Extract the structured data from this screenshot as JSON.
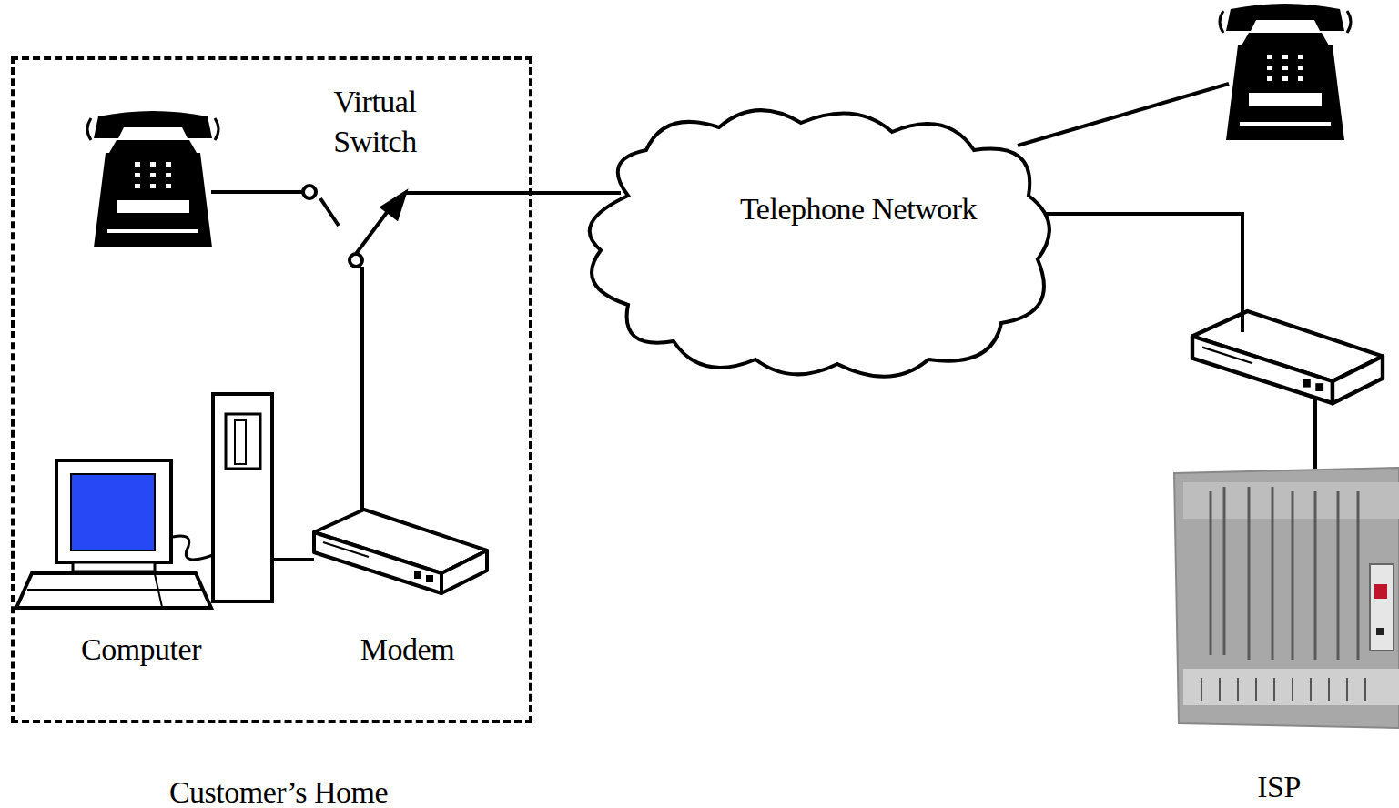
{
  "diagram": {
    "nodes": [
      {
        "text": [
          "Customer’s Home"
        ]
      },
      {
        "text": [
          "Computer"
        ],
        "in": 0
      },
      {
        "text": [
          "Modem"
        ],
        "in": 0
      },
      {
        "text": [
          "Telephone Network"
        ]
      },
      {
        "text": [
          "ISP"
        ]
      }
    ],
    "edges": [
      {
        "from": 1,
        "to": 2,
        "arrow": "none"
      },
      {
        "from": 2,
        "to": 3,
        "arrow": "none"
      },
      {
        "from": 3,
        "to": 4,
        "arrow": "none"
      }
    ],
    "labels": [
      "Virtual Switch"
    ]
  }
}
